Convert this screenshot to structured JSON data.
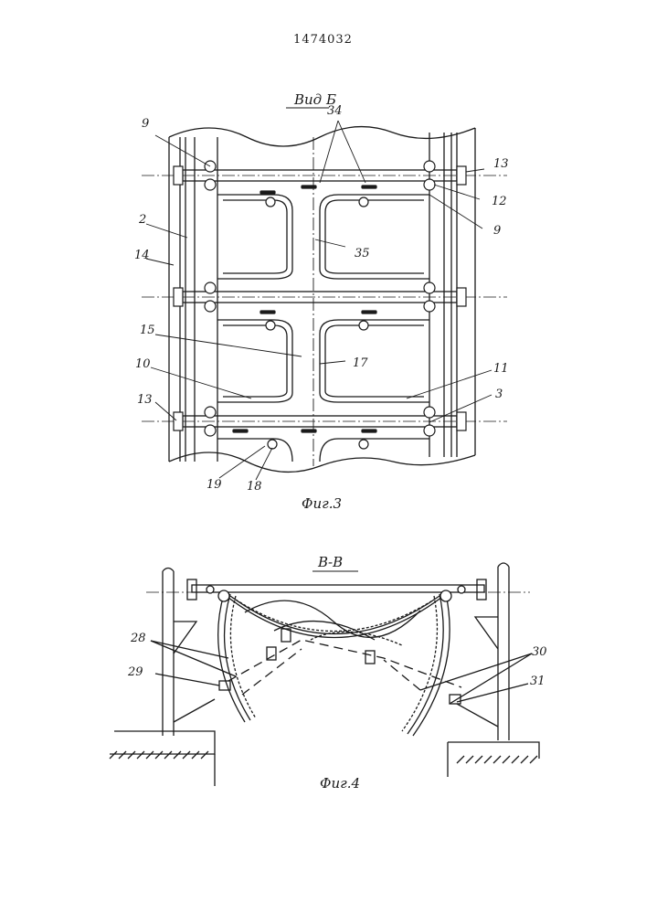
{
  "page": {
    "patent_number": "1474032"
  },
  "fig3": {
    "view_title": "Вид Б",
    "caption": "Фиг.3",
    "labels": [
      "34",
      "9",
      "13",
      "12",
      "9",
      "2",
      "14",
      "35",
      "15",
      "17",
      "10",
      "11",
      "13",
      "3",
      "19",
      "18"
    ]
  },
  "fig4": {
    "section_title": "В-В",
    "caption": "Фиг.4",
    "labels": [
      "28",
      "29",
      "30",
      "31"
    ]
  }
}
